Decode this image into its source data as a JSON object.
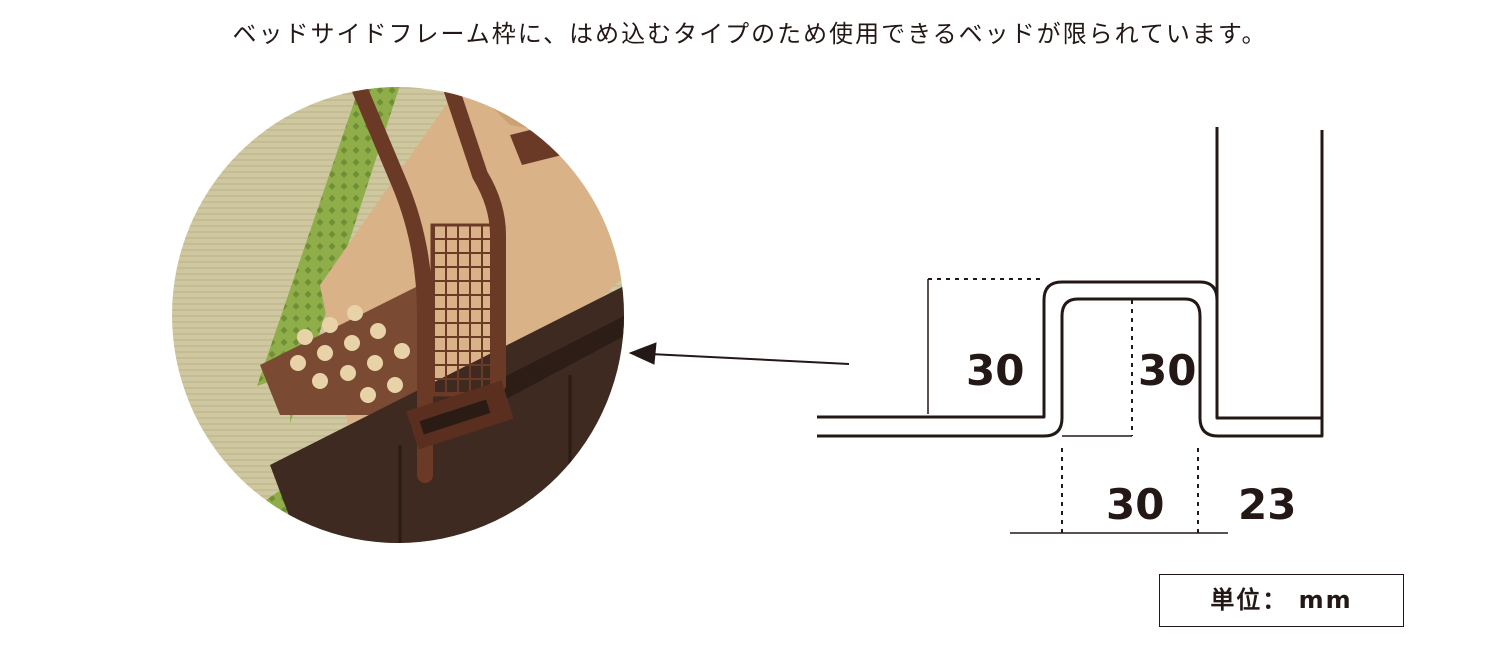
{
  "caption": "ベッドサイドフレーム枠に、はめ込むタイプのため使用できるベッドが限られています。",
  "dimensions": {
    "height_left": "30",
    "height_right": "30",
    "width_bottom": "30",
    "offset_bottom": "23"
  },
  "unit_label": "単位： mm",
  "colors": {
    "line": "#231815",
    "tatami": "#c9c29a",
    "tatami_edge": "#8fae4a",
    "bed_frame": "#3e2a20",
    "board": "#d9b288",
    "guard_metal": "#6b3a26"
  }
}
